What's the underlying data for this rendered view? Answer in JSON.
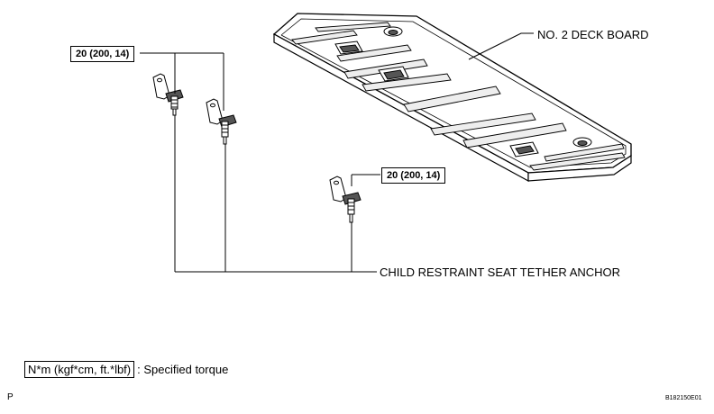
{
  "labels": {
    "deck_board": "NO. 2 DECK BOARD",
    "anchor": "CHILD RESTRAINT SEAT TETHER ANCHOR"
  },
  "torque_specs": [
    {
      "value": "20 (200, 14)"
    },
    {
      "value": "20 (200, 14)"
    }
  ],
  "legend": {
    "unit": "N*m (kgf*cm, ft.*lbf)",
    "description": ": Specified torque"
  },
  "footer": {
    "page_letter": "P",
    "figure_code": "B182150E01"
  },
  "colors": {
    "line": "#000000",
    "background": "#ffffff",
    "board_fill": "#ffffff",
    "slot_fill": "#eeeeee",
    "cutout_fill": "#555555"
  }
}
